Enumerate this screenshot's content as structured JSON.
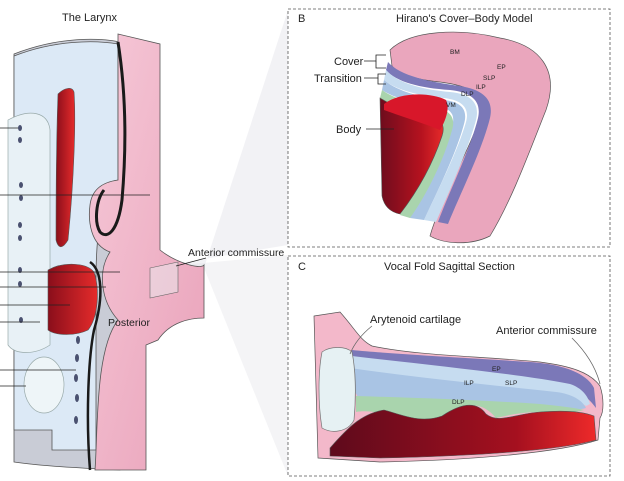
{
  "left_panel": {
    "title": "The Larynx",
    "label_anterior_commissure": "Anterior commissure",
    "label_posterior": "Posterior"
  },
  "panel_b": {
    "letter": "B",
    "title": "Hirano's Cover–Body Model",
    "label_cover": "Cover",
    "label_transition": "Transition",
    "label_body": "Body",
    "layer_bm": "BM",
    "layer_ep": "EP",
    "layer_slp": "SLP",
    "layer_ilp": "ILP",
    "layer_dlp": "DLP",
    "layer_vm": "VM"
  },
  "panel_c": {
    "letter": "C",
    "title": "Vocal Fold Sagittal Section",
    "label_arytenoid": "Arytenoid cartilage",
    "label_anterior_commissure": "Anterior commissure",
    "layer_ep": "EP",
    "layer_slp": "SLP",
    "layer_ilp": "ILP",
    "layer_dlp": "DLP"
  },
  "colors": {
    "mucosa_pink": "#f1b6c8",
    "vocalis_red": "#c4161c",
    "cartilage_blue": "#d5e6f4",
    "slp_blue": "#b7d3ee",
    "ilp_blue": "#a7c2e4",
    "dlp_green": "#a9d4ad",
    "epithelium_purple": "#7b78b8",
    "panel_border": "#555555"
  }
}
